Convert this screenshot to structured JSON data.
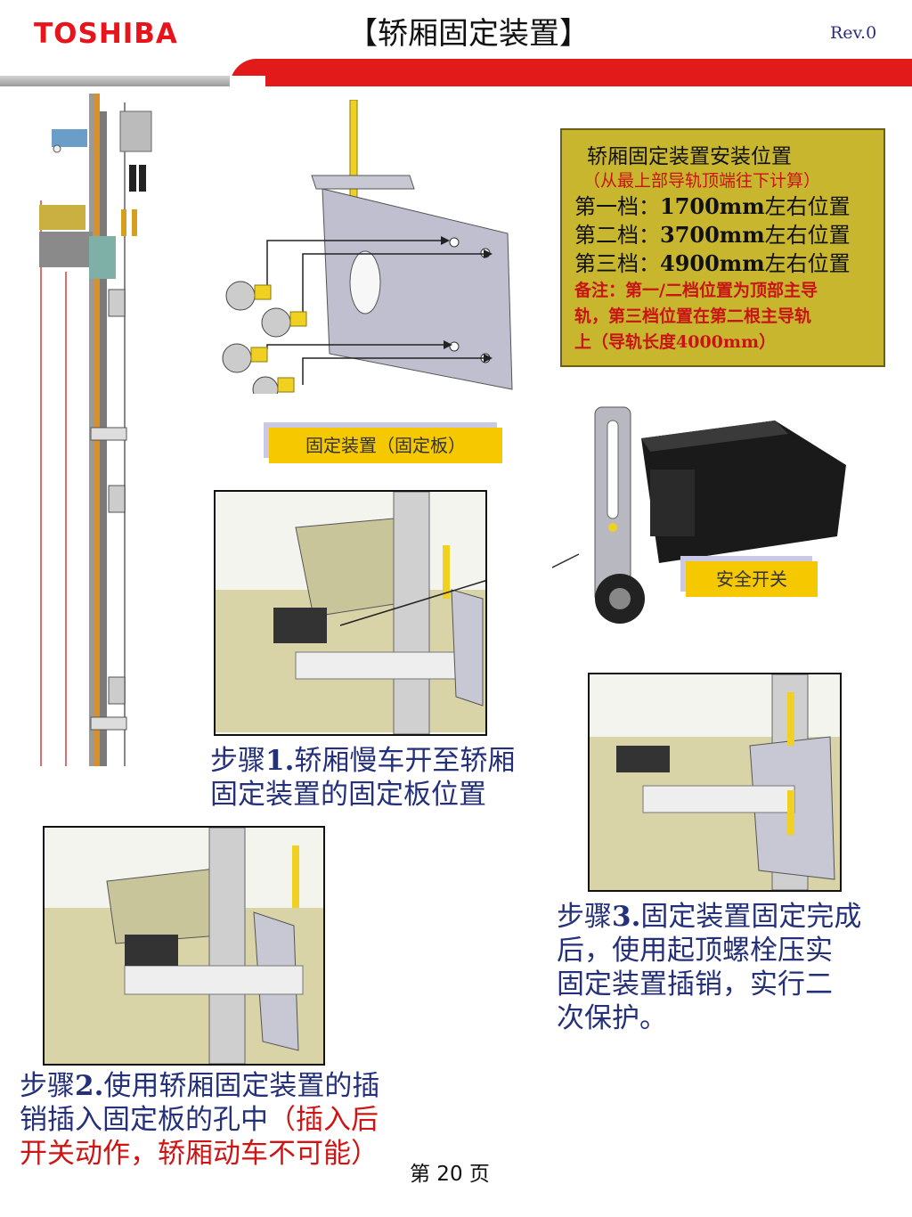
{
  "header": {
    "logo": "TOSHIBA",
    "title": "【轿厢固定装置】",
    "revision": "Rev.0"
  },
  "info_box": {
    "heading": "轿厢固定装置安装位置",
    "subheading": "（从最上部导轨顶端往下计算）",
    "positions": [
      {
        "label": "第一档：",
        "value": "1700mm",
        "suffix": "左右位置"
      },
      {
        "label": "第二档：",
        "value": "3700mm",
        "suffix": "左右位置"
      },
      {
        "label": "第三档：",
        "value": "4900mm",
        "suffix": "左右位置"
      }
    ],
    "note_lines": [
      "备注：第一/二档位置为顶部主导",
      "轨，第三档位置在第二根主导轨",
      "上（导轨长度4000mm）"
    ]
  },
  "labels": {
    "fixing_plate": "固定装置（固定板）",
    "safety_switch": "安全开关"
  },
  "steps": {
    "step1": {
      "prefix": "步骤",
      "num": "1.",
      "line1": "轿厢慢车开至轿厢",
      "line2": "固定装置的固定板位置"
    },
    "step2": {
      "prefix": "步骤",
      "num": "2.",
      "line1": "使用轿厢固定装置的插",
      "line2_black": "销插入固定板的孔中",
      "line2_red": "（插入后",
      "line3_red": "开关动作，轿厢动车不可能）"
    },
    "step3": {
      "prefix": "步骤",
      "num": "3.",
      "line1": "固定装置固定完成",
      "line2": "后，使用起顶螺栓压实",
      "line3": "固定装置插销，实行二",
      "line4": "次保护。"
    }
  },
  "footer": {
    "page": "第 20 页"
  },
  "colors": {
    "brand_red": "#e21a1a",
    "caption_blue": "#24307a",
    "label_yellow": "#f5c800",
    "info_olive": "#c8b62e"
  }
}
